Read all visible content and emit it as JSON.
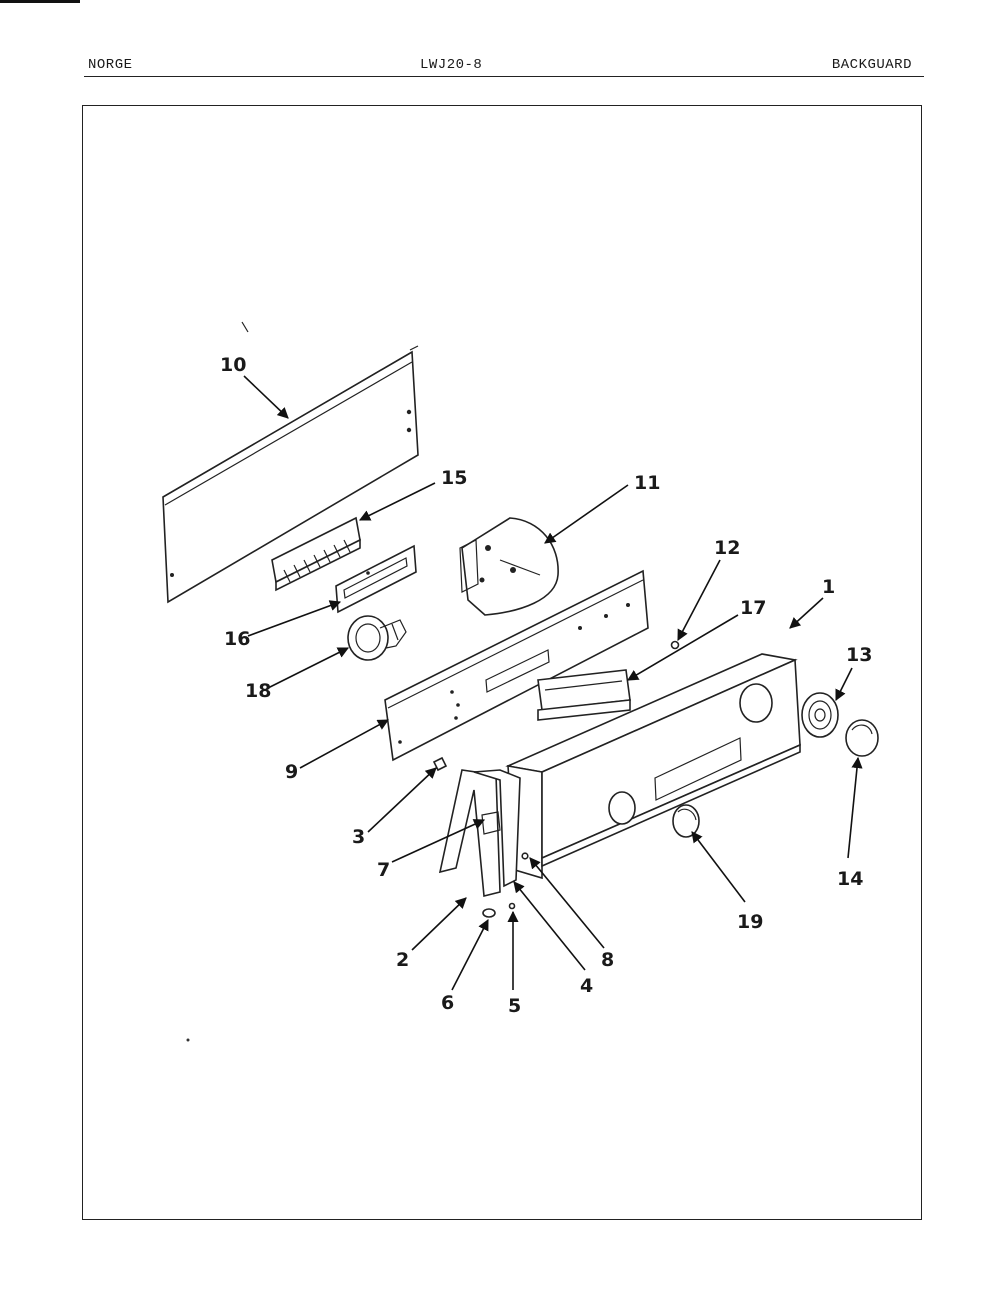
{
  "header": {
    "left": "NORGE",
    "center": "LWJ20-8",
    "right": "BACKGUARD"
  },
  "callouts": [
    "10",
    "15",
    "11",
    "12",
    "17",
    "1",
    "13",
    "16",
    "18",
    "9",
    "3",
    "7",
    "2",
    "6",
    "5",
    "4",
    "8",
    "19",
    "14"
  ]
}
